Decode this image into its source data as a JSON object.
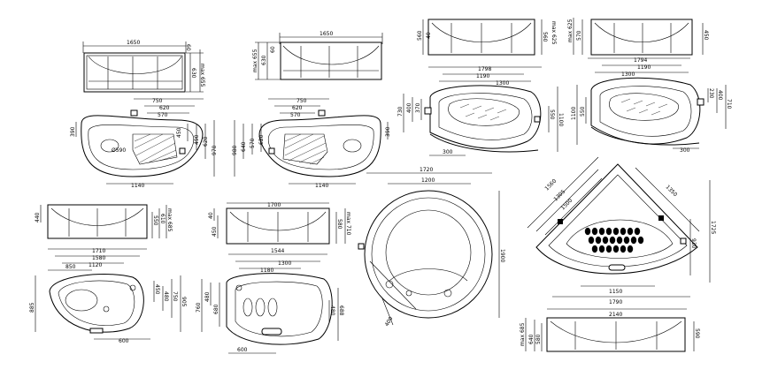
{
  "drawing": {
    "dims_top_left": {
      "width_1650": "1650",
      "h_60": "60",
      "h_630": "630",
      "h_max655": "max 655"
    },
    "dims_top_second": {
      "width_1650": "1650",
      "h_max655": "max 655",
      "h_630": "630",
      "h_60": "60"
    },
    "dims_plan_left": {
      "d750": "750",
      "d620": "620",
      "d570": "570",
      "d390": "390",
      "d450": "450",
      "d490": "490",
      "d620b": "620",
      "d970": "970",
      "d1140": "1140",
      "dia590": "Ø590"
    },
    "dims_plan_second": {
      "d750": "750",
      "d620": "620",
      "d570": "570",
      "d980": "980",
      "d640": "640",
      "d570b": "570",
      "d620b": "620",
      "d390": "390",
      "d1140": "1140"
    },
    "dims_top_third": {
      "h560": "560",
      "h40": "40",
      "h560b": "560",
      "hmax625": "max 625",
      "w1798": "1798",
      "w1190": "1190",
      "w1300": "1300",
      "h730": "730",
      "h400": "400",
      "h370": "370",
      "h1100": "1100",
      "h550": "550",
      "w300": "300"
    },
    "dims_top_fourth": {
      "hmax625": "max 625",
      "h570": "570",
      "h450": "450",
      "w1794": "1794",
      "w1190": "1190",
      "w1300": "1300",
      "h1100": "1100",
      "h550": "550",
      "h230": "230",
      "h400": "400",
      "h710": "710",
      "w300": "300"
    },
    "dims_bottom_left": {
      "h440": "440",
      "h550": "550",
      "h610": "610",
      "hmax685": "max 685",
      "w1710": "1710",
      "w1580": "1580",
      "w1120": "1120",
      "w850": "850",
      "h885": "885",
      "h450": "450",
      "h480": "480",
      "h750": "750",
      "h905": "905",
      "w600": "600"
    },
    "dims_bottom_second": {
      "w1700": "1700",
      "h40": "40",
      "h450": "450",
      "h580": "580",
      "hmax710": "max 710",
      "w1544": "1544",
      "w1300": "1300",
      "w1180": "1180",
      "h760": "760",
      "h480": "480",
      "h680": "680",
      "h480b": "480",
      "h688": "688",
      "w600": "600"
    },
    "dims_round": {
      "w1720": "1720",
      "w1200": "1200",
      "h1900": "1900",
      "d400": "400"
    },
    "dims_corner": {
      "d1560": "1560",
      "d1305": "1305",
      "d1350": "1350",
      "d1500": "1500",
      "h1725": "1725",
      "h930": "930",
      "w1150": "1150",
      "w1790": "1790",
      "w2140": "2140",
      "h_max685": "max 685",
      "h580": "580",
      "h640": "640",
      "h590": "590"
    }
  }
}
